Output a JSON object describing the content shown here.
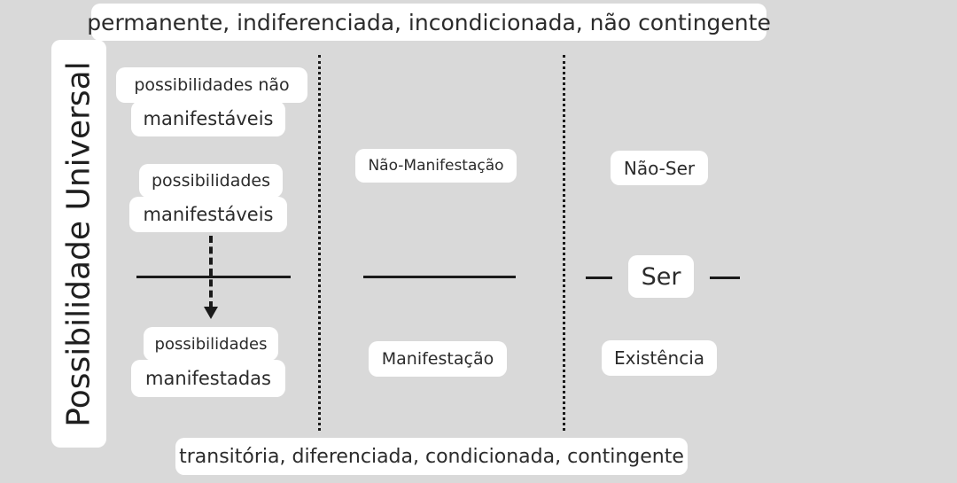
{
  "top_label": "permanente, indiferenciada, incondicionada, não contingente",
  "bottom_label": "transitória, diferenciada, condicionada, contingente",
  "side_label": "Possibilidade Universal",
  "col1": {
    "unmanifestable_line1": "possibilidades não",
    "unmanifestable_line2": "manifestáveis",
    "manifestable_line1": "possibilidades",
    "manifestable_line2": "manifestáveis",
    "manifested_line1": "possibilidades",
    "manifested_line2": "manifestadas"
  },
  "col2": {
    "top": "Não-Manifestação",
    "bottom": "Manifestação"
  },
  "col3": {
    "top": "Não-Ser",
    "middle": "Ser",
    "bottom": "Existência"
  }
}
